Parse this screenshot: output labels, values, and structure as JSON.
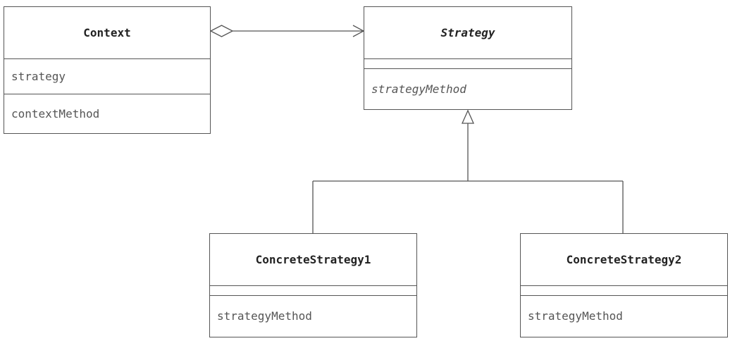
{
  "classes": {
    "context": {
      "name": "Context",
      "attribute": "strategy",
      "method": "contextMethod"
    },
    "strategy": {
      "name": "Strategy",
      "attribute": "",
      "method": "strategyMethod"
    },
    "concrete1": {
      "name": "ConcreteStrategy1",
      "attribute": "",
      "method": "strategyMethod"
    },
    "concrete2": {
      "name": "ConcreteStrategy2",
      "attribute": "",
      "method": "strategyMethod"
    }
  },
  "relationships": [
    {
      "type": "aggregation",
      "from": "Context",
      "to": "Strategy"
    },
    {
      "type": "generalization",
      "from": "ConcreteStrategy1",
      "to": "Strategy"
    },
    {
      "type": "generalization",
      "from": "ConcreteStrategy2",
      "to": "Strategy"
    }
  ],
  "colors": {
    "line": "#555555",
    "text": "#333333",
    "background": "#ffffff"
  }
}
